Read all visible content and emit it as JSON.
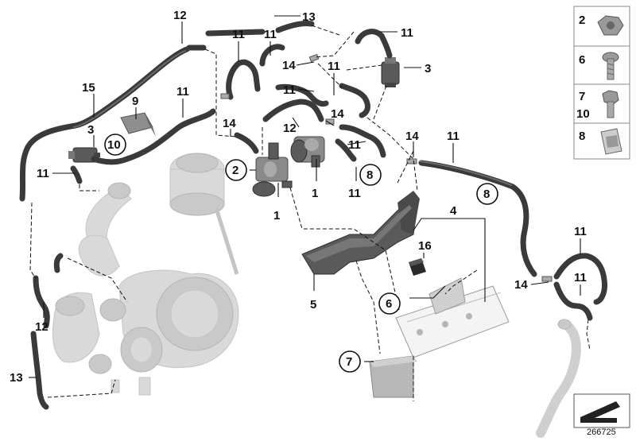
{
  "callouts": {
    "c1a": "1",
    "c1b": "1",
    "c2": "2",
    "c3a": "3",
    "c3b": "3",
    "c4": "4",
    "c5": "5",
    "c6": "6",
    "c7": "7",
    "c8a": "8",
    "c8b": "8",
    "c9": "9",
    "c10": "10",
    "c11a": "11",
    "c11b": "11",
    "c11c": "11",
    "c11d": "11",
    "c11e": "11",
    "c11f": "11",
    "c11g": "11",
    "c11h": "11",
    "c11i": "11",
    "c11j": "11",
    "c11k": "11",
    "c11l": "11",
    "c12a": "12",
    "c12b": "12",
    "c12c": "12",
    "c13a": "13",
    "c13b": "13",
    "c14a": "14",
    "c14b": "14",
    "c14c": "14",
    "c14d": "14",
    "c14e": "14",
    "c15": "15",
    "c16": "16"
  },
  "legend": {
    "item1": "2",
    "item2": "6",
    "item3a": "7",
    "item3b": "10",
    "item4": "8"
  },
  "part_id": "266725",
  "colors": {
    "hose": "#3a3a3a",
    "ghost": "#d9d9d9",
    "ink": "#111111"
  }
}
